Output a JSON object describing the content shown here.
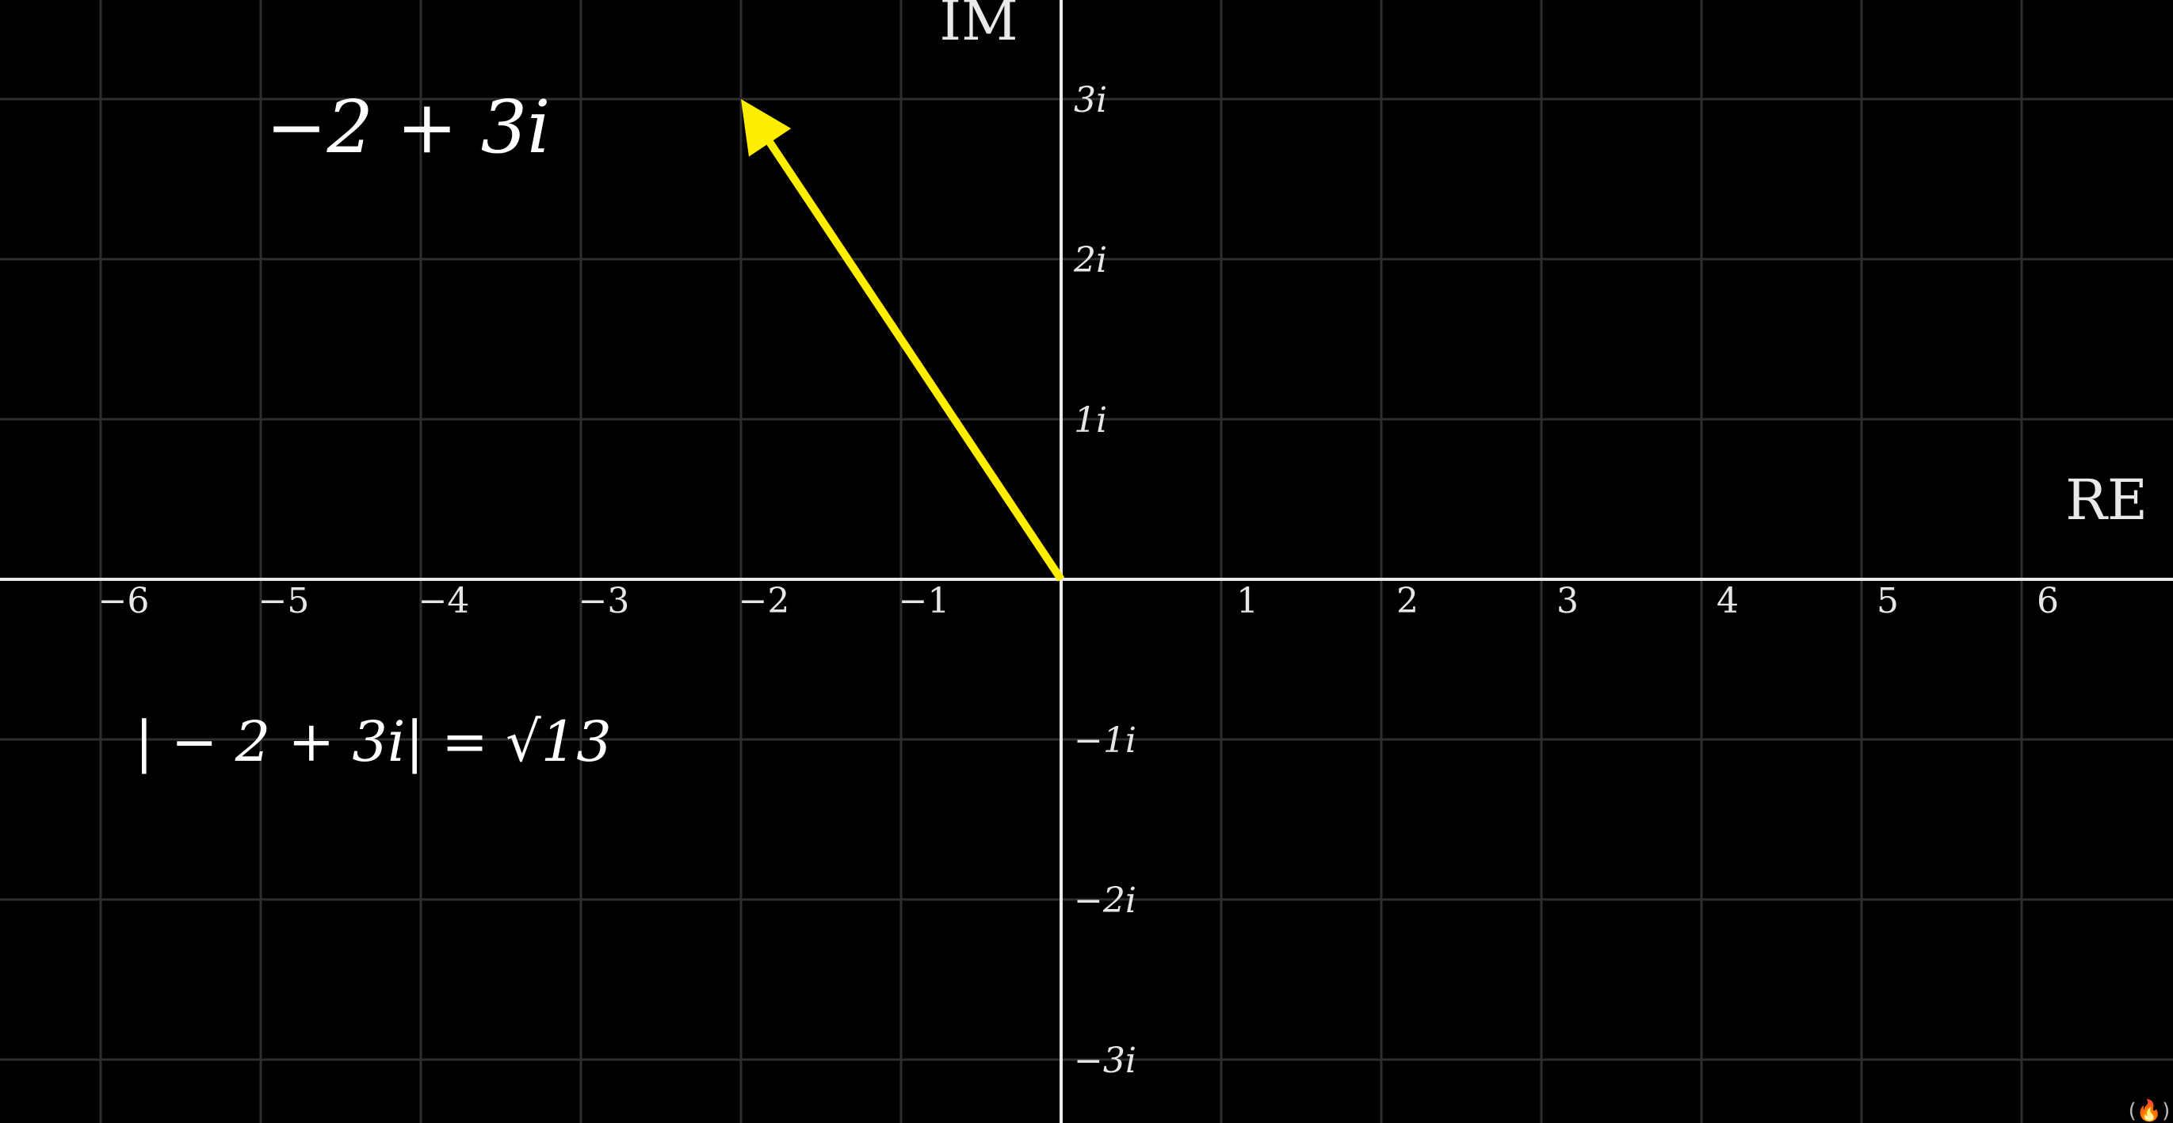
{
  "axes": {
    "real_title": "RE",
    "imag_title": "IM",
    "real_ticks": [
      {
        "value": -6,
        "label": "−6"
      },
      {
        "value": -5,
        "label": "−5"
      },
      {
        "value": -4,
        "label": "−4"
      },
      {
        "value": -3,
        "label": "−3"
      },
      {
        "value": -2,
        "label": "−2"
      },
      {
        "value": -1,
        "label": "−1"
      },
      {
        "value": 1,
        "label": "1"
      },
      {
        "value": 2,
        "label": "2"
      },
      {
        "value": 3,
        "label": "3"
      },
      {
        "value": 4,
        "label": "4"
      },
      {
        "value": 5,
        "label": "5"
      },
      {
        "value": 6,
        "label": "6"
      }
    ],
    "imag_ticks": [
      {
        "value": 3,
        "label": "3i"
      },
      {
        "value": 2,
        "label": "2i"
      },
      {
        "value": 1,
        "label": "1i"
      },
      {
        "value": -1,
        "label": "−1i"
      },
      {
        "value": -2,
        "label": "−2i"
      },
      {
        "value": -3,
        "label": "−3i"
      }
    ]
  },
  "vector": {
    "re": -2,
    "im": 3,
    "color": "#ffee00"
  },
  "labels": {
    "point": "−2 + 3i",
    "magnitude": "| − 2 + 3i| = √13"
  },
  "colors": {
    "background": "#000000",
    "grid": "#2e2e2e",
    "axis": "#e9e9e9",
    "text": "#ffffff"
  },
  "watermark_icon": "freecodecamp-icon"
}
